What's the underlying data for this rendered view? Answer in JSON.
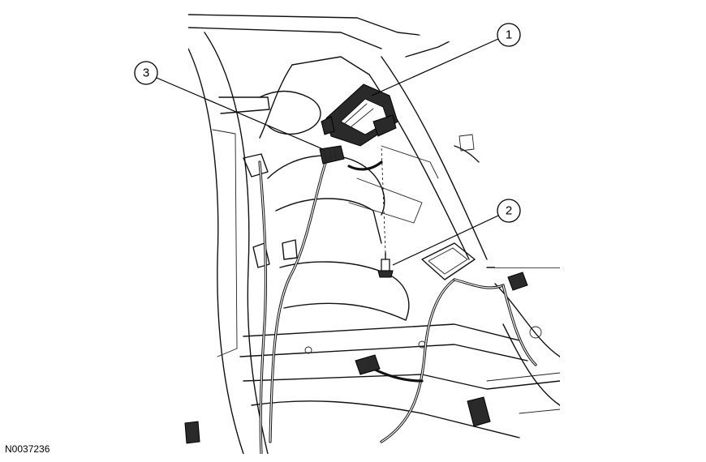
{
  "figure_id": "N0037236",
  "callouts": [
    {
      "label": "1",
      "target": "module-assembly"
    },
    {
      "label": "2",
      "target": "mounting-bolt"
    },
    {
      "label": "3",
      "target": "electrical-connector"
    }
  ]
}
